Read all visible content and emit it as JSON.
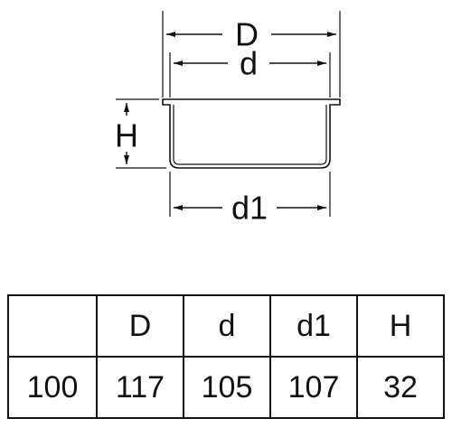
{
  "diagram": {
    "labels": {
      "D": "D",
      "d": "d",
      "d1": "d1",
      "H": "H"
    }
  },
  "table": {
    "headers": [
      "",
      "D",
      "d",
      "d1",
      "H"
    ],
    "rows": [
      [
        "100",
        "117",
        "105",
        "107",
        "32"
      ]
    ]
  }
}
